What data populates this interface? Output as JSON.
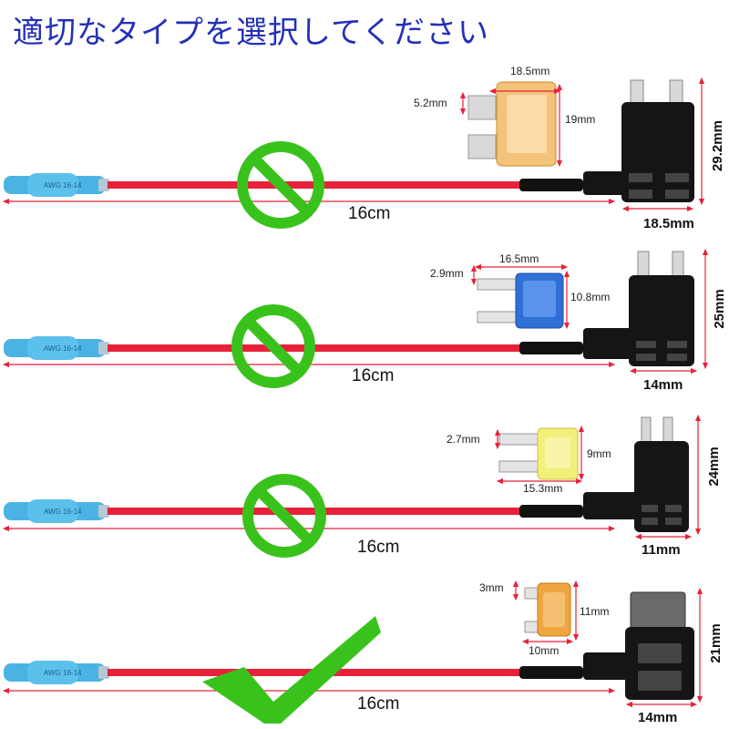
{
  "title": "適切なタイプを選択してください",
  "colors": {
    "title": "#2330b8",
    "wire": "#e8213a",
    "terminal": "#4bb3e3",
    "symbol": "#39c21c",
    "holder": "#151515"
  },
  "crimp_text": "AWG 16-14",
  "rows": [
    {
      "name": "standard",
      "status_icon": "prohibited-icon",
      "length": "16cm",
      "fuse_color": "#f5c27a",
      "fuse_width": "18.5mm",
      "fuse_height": "19mm",
      "fuse_blade": "5.2mm",
      "holder_height": "29.2mm",
      "holder_width": "18.5mm"
    },
    {
      "name": "mini",
      "status_icon": "prohibited-icon",
      "length": "16cm",
      "fuse_color": "#2f6fd6",
      "fuse_width": "16.5mm",
      "fuse_height": "10.8mm",
      "fuse_blade": "2.9mm",
      "holder_height": "25mm",
      "holder_width": "14mm"
    },
    {
      "name": "micro2",
      "status_icon": "prohibited-icon",
      "length": "16cm",
      "fuse_color": "#f2ef7a",
      "fuse_width": "15.3mm",
      "fuse_height": "9mm",
      "fuse_blade": "2.7mm",
      "holder_height": "24mm",
      "holder_width": "11mm"
    },
    {
      "name": "low-profile-mini",
      "status_icon": "checkmark-icon",
      "length": "16cm",
      "fuse_color": "#f0a640",
      "fuse_width": "10mm",
      "fuse_height": "11mm",
      "fuse_blade": "3mm",
      "holder_height": "21mm",
      "holder_width": "14mm"
    }
  ]
}
